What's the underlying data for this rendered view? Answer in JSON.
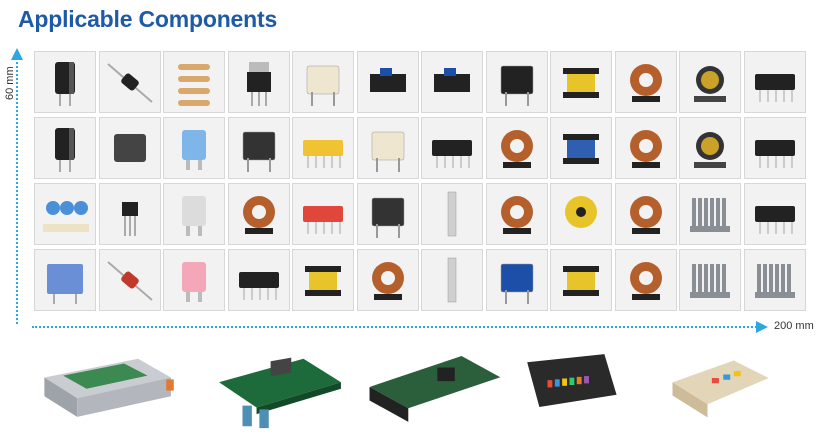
{
  "header": {
    "title": "Applicable Components"
  },
  "axes": {
    "vertical_label": "60 mm",
    "horizontal_label": "200 mm",
    "accent_color": "#2aa9e0"
  },
  "components": [
    [
      "electrolytic-capacitor",
      "axial-diode",
      "resistor-tape",
      "to220-regulator",
      "relay-white",
      "tact-switch-blue",
      "slide-switch",
      "relay-black",
      "transformer-yellow",
      "common-mode-choke",
      "radial-inductor-tape",
      "connector-black"
    ],
    [
      "electrolytic-capacitor-black",
      "bridge-rectifier",
      "blade-fuse-blue",
      "dip-relay",
      "pin-header-yellow",
      "relay-cream",
      "pin-header-black",
      "toroid-inductor",
      "transformer-blue",
      "toroid-copper",
      "power-inductor",
      "smd-connector"
    ],
    [
      "varistor-tape",
      "transistor",
      "cartridge-fuse",
      "choke-vertical",
      "terminal-block-red",
      "relay-small",
      "press-fit-pin",
      "toroid-mounted",
      "buzzer-yellow",
      "toroid-large",
      "heatsink",
      "d-sub-connector"
    ],
    [
      "film-capacitor-blue",
      "glass-diode",
      "maxi-fuse-pink",
      "header-connector",
      "transformer-small",
      "toroid-choke",
      "bus-bar",
      "relay-blue",
      "transformer-yellow-2",
      "choke-copper",
      "heatsink-black",
      "heatsink-row"
    ]
  ],
  "boards": [
    "ecu-enclosure",
    "pcb-green",
    "pcb-dark",
    "fuse-box-black",
    "junction-box-beige"
  ],
  "colors": {
    "title": "#1f5aa6",
    "cell_bg": "#f2f2f2",
    "pcb": "#1d6b3a"
  }
}
